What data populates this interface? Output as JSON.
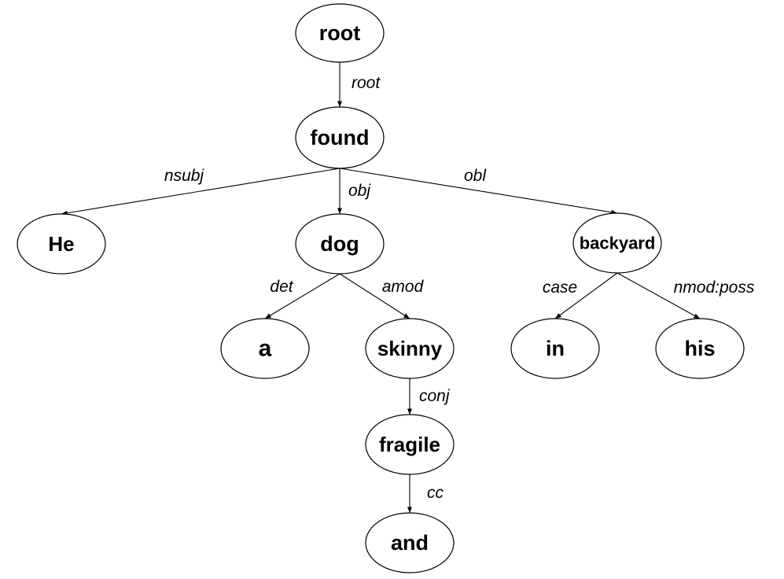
{
  "diagram": {
    "type": "dependency-tree",
    "colors": {
      "stroke": "#000000",
      "node_fill": "#ffffff",
      "text": "#000000"
    },
    "nodes": [
      {
        "id": "root",
        "label": "root"
      },
      {
        "id": "found",
        "label": "found"
      },
      {
        "id": "he",
        "label": "He"
      },
      {
        "id": "dog",
        "label": "dog"
      },
      {
        "id": "backyard",
        "label": "backyard"
      },
      {
        "id": "a",
        "label": "a"
      },
      {
        "id": "skinny",
        "label": "skinny"
      },
      {
        "id": "in",
        "label": "in"
      },
      {
        "id": "his",
        "label": "his"
      },
      {
        "id": "fragile",
        "label": "fragile"
      },
      {
        "id": "and",
        "label": "and"
      }
    ],
    "edges": [
      {
        "from": "root",
        "to": "found",
        "label": "root"
      },
      {
        "from": "found",
        "to": "he",
        "label": "nsubj"
      },
      {
        "from": "found",
        "to": "dog",
        "label": "obj"
      },
      {
        "from": "found",
        "to": "backyard",
        "label": "obl"
      },
      {
        "from": "dog",
        "to": "a",
        "label": "det"
      },
      {
        "from": "dog",
        "to": "skinny",
        "label": "amod"
      },
      {
        "from": "backyard",
        "to": "in",
        "label": "case"
      },
      {
        "from": "backyard",
        "to": "his",
        "label": "nmod:poss"
      },
      {
        "from": "skinny",
        "to": "fragile",
        "label": "conj"
      },
      {
        "from": "fragile",
        "to": "and",
        "label": "cc"
      }
    ]
  }
}
